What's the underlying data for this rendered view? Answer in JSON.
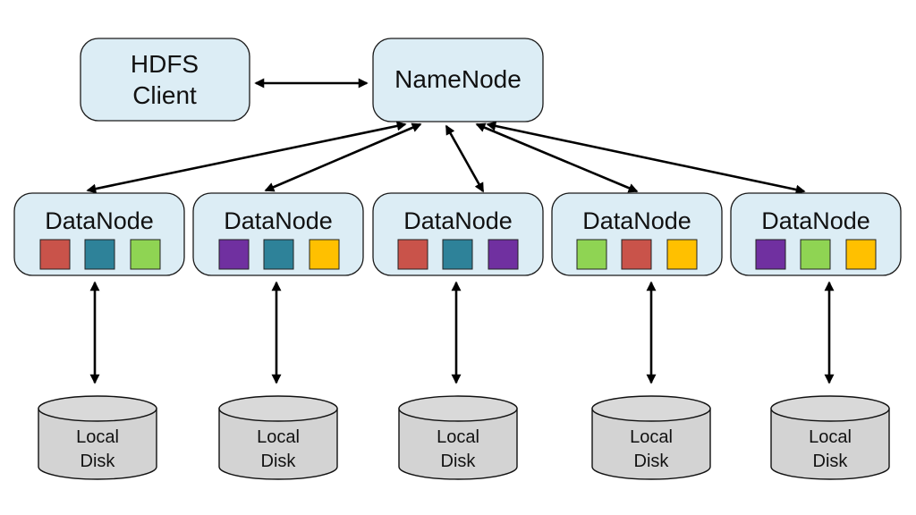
{
  "client": {
    "line1": "HDFS",
    "line2": "Client"
  },
  "namenode": {
    "label": "NameNode"
  },
  "colors": {
    "box_fill": "#dcedf5",
    "red": "#c9534a",
    "teal": "#2e8299",
    "green": "#8fd453",
    "purple": "#7030a0",
    "yellow": "#ffc000",
    "disk_fill": "#d3d3d3"
  },
  "datanodes": [
    {
      "label": "DataNode",
      "blocks": [
        "red",
        "teal",
        "green"
      ]
    },
    {
      "label": "DataNode",
      "blocks": [
        "purple",
        "teal",
        "yellow"
      ]
    },
    {
      "label": "DataNode",
      "blocks": [
        "red",
        "teal",
        "purple"
      ]
    },
    {
      "label": "DataNode",
      "blocks": [
        "green",
        "red",
        "yellow"
      ]
    },
    {
      "label": "DataNode",
      "blocks": [
        "purple",
        "green",
        "yellow"
      ]
    }
  ],
  "disks": [
    {
      "line1": "Local",
      "line2": "Disk"
    },
    {
      "line1": "Local",
      "line2": "Disk"
    },
    {
      "line1": "Local",
      "line2": "Disk"
    },
    {
      "line1": "Local",
      "line2": "Disk"
    },
    {
      "line1": "Local",
      "line2": "Disk"
    }
  ]
}
